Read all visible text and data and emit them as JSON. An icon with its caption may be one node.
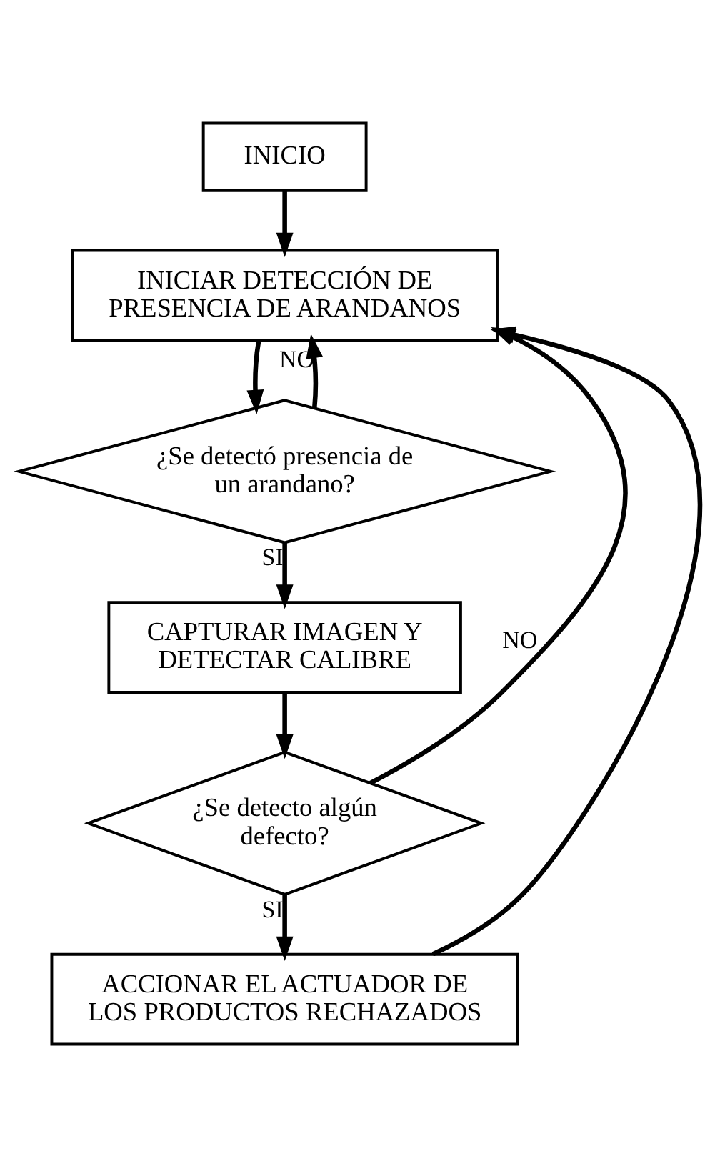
{
  "diagram": {
    "nodes": [
      {
        "text": [
          "INICIO"
        ]
      },
      {
        "text": [
          "INICIAR DETECCIÓN DE PRESENCIA DE ARANDANOS"
        ]
      },
      {
        "text": [
          "¿Se detectó presencia de un arandano?"
        ]
      },
      {
        "text": [
          "CAPTURAR IMAGEN Y DETECTAR CALIBRE"
        ]
      },
      {
        "text": [
          "¿Se detecto algún defecto?"
        ]
      },
      {
        "text": [
          "ACCIONAR EL ACTUADOR DE LOS PRODUCTOS RECHAZADOS"
        ]
      }
    ],
    "edges": [
      {
        "from": 0,
        "to": 1,
        "arrow": "to"
      },
      {
        "from": 1,
        "to": 2,
        "arrow": "to"
      },
      {
        "from": 2,
        "to": 3,
        "label": "SI",
        "arrow": "to"
      },
      {
        "from": 2,
        "to": 1,
        "label": "NO",
        "arrow": "to"
      },
      {
        "from": 3,
        "to": 4,
        "arrow": "to"
      },
      {
        "from": 4,
        "to": 5,
        "label": "SI",
        "arrow": "to"
      },
      {
        "from": 4,
        "to": 1,
        "label": "NO",
        "arrow": "to"
      },
      {
        "from": 5,
        "to": 1,
        "arrow": "to"
      }
    ]
  }
}
